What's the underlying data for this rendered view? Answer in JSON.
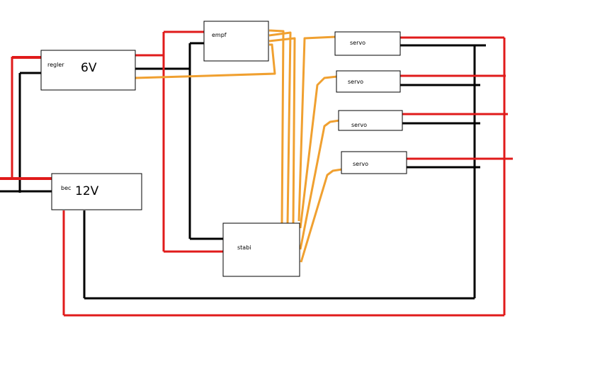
{
  "colors": {
    "power_positive": "#e01b1b",
    "ground": "#000000",
    "signal": "#f0a030",
    "box_border": "#000000",
    "background": "#ffffff"
  },
  "components": {
    "regler": {
      "label": "regler",
      "voltage": "6V"
    },
    "bec": {
      "label": "bec",
      "voltage": "12V"
    },
    "empf": {
      "label": "empf"
    },
    "stabi": {
      "label": "stabi"
    },
    "servo_1": {
      "label": "servo"
    },
    "servo_2": {
      "label": "servo"
    },
    "servo_3": {
      "label": "servo"
    },
    "servo_4": {
      "label": "servo"
    }
  }
}
